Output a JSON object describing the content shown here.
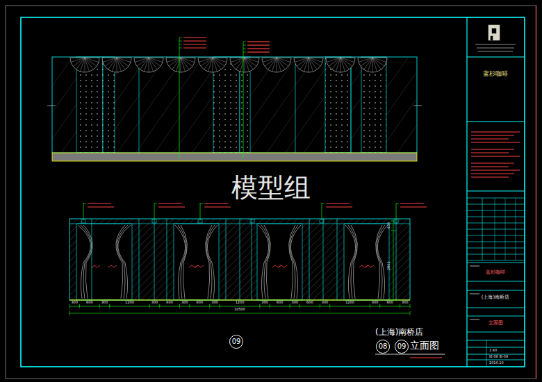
{
  "diagram": {
    "nodes": [
      {
        "text": [
          "09"
        ]
      },
      {
        "text": [
          "08"
        ]
      },
      {
        "text": [
          "09"
        ]
      }
    ],
    "labels": [
      "300",
      "600",
      "300",
      "1200",
      "300",
      "600",
      "300",
      "600",
      "300",
      "1200",
      "300",
      "600",
      "300",
      "600",
      "300",
      "1200",
      "300",
      "600",
      "300",
      "10500",
      "400",
      "2800",
      "模型组",
      "(上海)南桥店",
      "立面图",
      "蓝杉咖啡",
      "蓝杉咖啡",
      "(上海)南桥店",
      "立面图",
      "1:40",
      "IE-08 IE-09",
      "2010.10"
    ]
  }
}
